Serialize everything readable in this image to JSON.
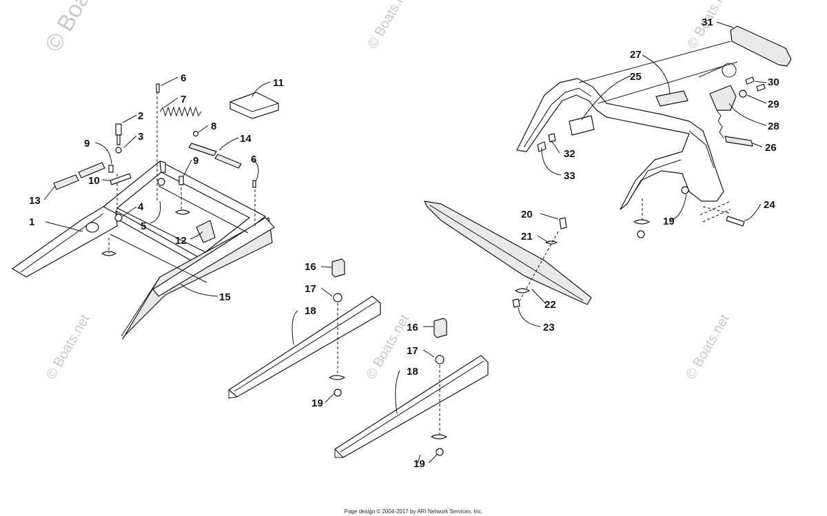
{
  "watermark": {
    "text": "© Boats.net",
    "color": "#c9c9c9"
  },
  "callouts": [
    {
      "id": "c1",
      "label": "1"
    },
    {
      "id": "c2",
      "label": "2"
    },
    {
      "id": "c3",
      "label": "3"
    },
    {
      "id": "c4",
      "label": "4"
    },
    {
      "id": "c5",
      "label": "5"
    },
    {
      "id": "c6a",
      "label": "6"
    },
    {
      "id": "c6b",
      "label": "6"
    },
    {
      "id": "c7",
      "label": "7"
    },
    {
      "id": "c8",
      "label": "8"
    },
    {
      "id": "c9a",
      "label": "9"
    },
    {
      "id": "c9b",
      "label": "9"
    },
    {
      "id": "c10",
      "label": "10"
    },
    {
      "id": "c11",
      "label": "11"
    },
    {
      "id": "c12",
      "label": "12"
    },
    {
      "id": "c13",
      "label": "13"
    },
    {
      "id": "c14",
      "label": "14"
    },
    {
      "id": "c15",
      "label": "15"
    },
    {
      "id": "c16a",
      "label": "16"
    },
    {
      "id": "c16b",
      "label": "16"
    },
    {
      "id": "c17a",
      "label": "17"
    },
    {
      "id": "c17b",
      "label": "17"
    },
    {
      "id": "c18a",
      "label": "18"
    },
    {
      "id": "c18b",
      "label": "18"
    },
    {
      "id": "c19a",
      "label": "19"
    },
    {
      "id": "c19b",
      "label": "19"
    },
    {
      "id": "c19c",
      "label": "19"
    },
    {
      "id": "c20",
      "label": "20"
    },
    {
      "id": "c21",
      "label": "21"
    },
    {
      "id": "c22",
      "label": "22"
    },
    {
      "id": "c23",
      "label": "23"
    },
    {
      "id": "c24",
      "label": "24"
    },
    {
      "id": "c25",
      "label": "25"
    },
    {
      "id": "c26",
      "label": "26"
    },
    {
      "id": "c27",
      "label": "27"
    },
    {
      "id": "c28",
      "label": "28"
    },
    {
      "id": "c29",
      "label": "29"
    },
    {
      "id": "c30",
      "label": "30"
    },
    {
      "id": "c31",
      "label": "31"
    },
    {
      "id": "c32",
      "label": "32"
    },
    {
      "id": "c33",
      "label": "33"
    }
  ],
  "footer": {
    "text": "Page design © 2004-2017 by ARI Network Services, Inc."
  }
}
